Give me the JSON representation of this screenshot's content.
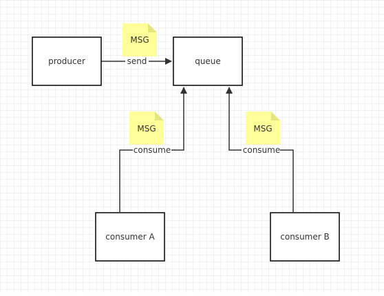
{
  "diagram": {
    "nodes": {
      "producer": {
        "label": "producer"
      },
      "queue": {
        "label": "queue"
      },
      "consumer_a": {
        "label": "consumer A"
      },
      "consumer_b": {
        "label": "consumer B"
      }
    },
    "edges": {
      "send": {
        "label": "send",
        "from": "producer",
        "to": "queue"
      },
      "consume_a": {
        "label": "consume",
        "from": "consumer_a",
        "to": "queue"
      },
      "consume_b": {
        "label": "consume",
        "from": "consumer_b",
        "to": "queue"
      }
    },
    "notes": [
      {
        "label": "MSG"
      },
      {
        "label": "MSG"
      },
      {
        "label": "MSG"
      }
    ]
  },
  "colors": {
    "grid": "#e6e6e6",
    "node_border": "#000000",
    "node_fill": "#ffffff",
    "edge": "#333333",
    "note_fill": "#ffff99",
    "note_fold": "#e6e680"
  }
}
